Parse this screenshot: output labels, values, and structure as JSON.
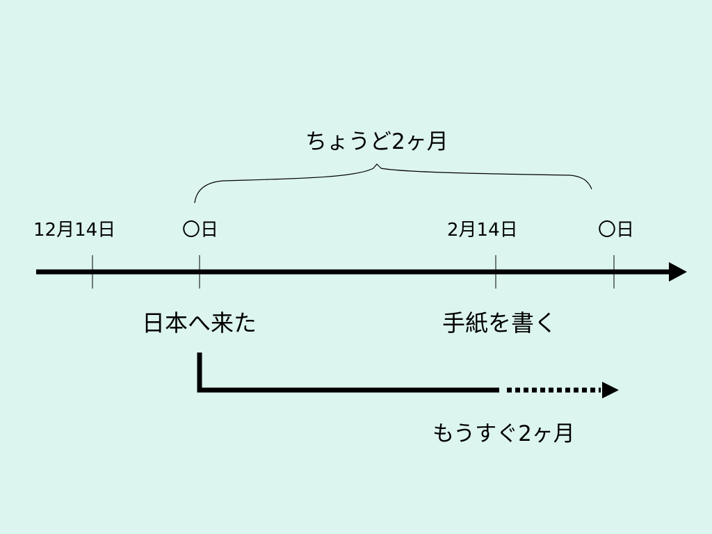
{
  "colors": {
    "background": "#DCF5EE",
    "ink": "#000000"
  },
  "span_label": "ちょうど2ヶ月",
  "dates": [
    "12月14日",
    "〇日",
    "2月14日",
    "〇日"
  ],
  "events": {
    "arrival": "日本へ来た",
    "letter": "手紙を書く"
  },
  "elapsed_label": "もうすぐ2ヶ月"
}
